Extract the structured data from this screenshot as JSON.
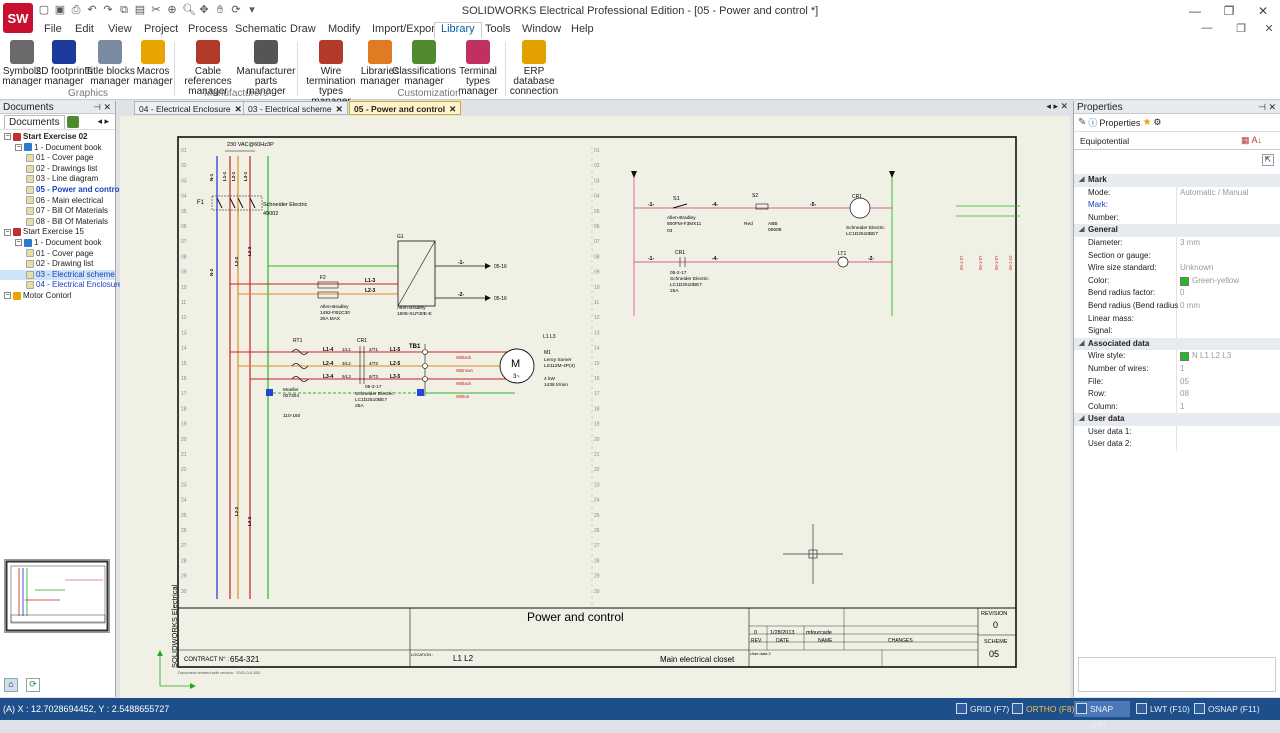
{
  "app": {
    "logo_text": "SW",
    "title": "SOLIDWORKS Electrical Professional Edition - [05 - Power and control *]",
    "minimize": "—",
    "restore": "❐",
    "close": "✕"
  },
  "menu": [
    "File",
    "Edit",
    "View",
    "Project",
    "Process",
    "Schematic",
    "Draw",
    "Modify",
    "Import/Export",
    "Library",
    "Tools",
    "Window",
    "Help"
  ],
  "menu_active": "Library",
  "ribbon": {
    "buttons": [
      {
        "l1": "Symbols",
        "l2": "manager",
        "icon": "symbols-icon",
        "color": "#6a6a6a"
      },
      {
        "l1": "2D footprints",
        "l2": "manager",
        "icon": "footprint-icon",
        "color": "#1c3b9a"
      },
      {
        "l1": "Title blocks",
        "l2": "manager",
        "icon": "title-block-icon",
        "color": "#7a8aa0"
      },
      {
        "l1": "Macros",
        "l2": "manager",
        "icon": "star-icon",
        "color": "#e8a500"
      },
      {
        "l1": "Cable references",
        "l2": "manager",
        "icon": "cable-icon",
        "color": "#b23a2a"
      },
      {
        "l1": "Manufacturer",
        "l2": "parts manager",
        "icon": "wrench-icon",
        "color": "#555"
      },
      {
        "l1": "Wire termination",
        "l2": "types manager",
        "icon": "termination-icon",
        "color": "#b23a2a"
      },
      {
        "l1": "Libraries",
        "l2": "manager",
        "icon": "library-icon",
        "color": "#e07b21"
      },
      {
        "l1": "Classifications",
        "l2": "manager",
        "icon": "classification-icon",
        "color": "#4f8a2c"
      },
      {
        "l1": "Terminal types",
        "l2": "manager",
        "icon": "terminal-icon",
        "color": "#c03060"
      },
      {
        "l1": "ERP database",
        "l2": "connection",
        "icon": "erp-icon",
        "color": "#e3a100"
      }
    ],
    "groups": [
      "Graphics",
      "Manufacturers",
      "Customization"
    ]
  },
  "documents_panel": {
    "title": "Documents",
    "tab": "Documents",
    "tree": [
      {
        "level": 0,
        "text": "Start Exercise 02",
        "bold": true,
        "icon": "project"
      },
      {
        "level": 1,
        "text": "1 - Document book",
        "icon": "book"
      },
      {
        "level": 2,
        "text": "01 - Cover page",
        "icon": "page"
      },
      {
        "level": 2,
        "text": "02 - Drawings list",
        "icon": "page"
      },
      {
        "level": 2,
        "text": "03 - Line diagram",
        "icon": "page"
      },
      {
        "level": 2,
        "text": "05 - Power and control",
        "icon": "page",
        "bold": true,
        "blue": true
      },
      {
        "level": 2,
        "text": "06 - Main electrical",
        "icon": "page"
      },
      {
        "level": 2,
        "text": "07 - Bill Of Materials",
        "icon": "page"
      },
      {
        "level": 2,
        "text": "08 - Bill Of Materials",
        "icon": "page"
      },
      {
        "level": 0,
        "text": "Start Exercise 15",
        "icon": "project"
      },
      {
        "level": 1,
        "text": "1 - Document book",
        "icon": "book"
      },
      {
        "level": 2,
        "text": "01 - Cover page",
        "icon": "page"
      },
      {
        "level": 2,
        "text": "02 - Drawing list",
        "icon": "page"
      },
      {
        "level": 2,
        "text": "03 - Electrical scheme",
        "icon": "page",
        "sel": true,
        "blue": true
      },
      {
        "level": 2,
        "text": "04 - Electrical Enclosure",
        "icon": "page",
        "blue": true
      },
      {
        "level": 0,
        "text": "Motor Contorl",
        "icon": "star"
      }
    ]
  },
  "doc_tabs": [
    {
      "label": "04 - Electrical Enclosure",
      "active": false
    },
    {
      "label": "03 - Electrical scheme",
      "active": false
    },
    {
      "label": "05 - Power and control",
      "active": true
    }
  ],
  "drawing": {
    "supply": "230 VAC@60Hz3P",
    "left_col": [
      "01",
      "02",
      "03",
      "04",
      "05",
      "06",
      "07",
      "08",
      "09",
      "10",
      "11",
      "12",
      "13",
      "14",
      "15",
      "16",
      "17",
      "18",
      "19",
      "20",
      "21",
      "22",
      "23",
      "24",
      "25",
      "26",
      "27",
      "28",
      "29",
      "30"
    ],
    "mid_col": [
      "01",
      "02",
      "03",
      "04",
      "05",
      "06",
      "07",
      "08",
      "09",
      "10",
      "11",
      "12",
      "13",
      "14",
      "15",
      "16",
      "17",
      "18",
      "19",
      "20",
      "21",
      "22",
      "23",
      "24",
      "25",
      "26",
      "27",
      "28",
      "29",
      "30"
    ],
    "F1_label": "F1",
    "F1_mfr": "Schneider Electric",
    "F1_ref": "49002",
    "F2_label": "F2",
    "F2_mfr": "Allen-Bradley",
    "F2_ref": "1492-FB2C30",
    "F2_rating": "30A MAX",
    "G1_label": "G1",
    "G1_mfr": "Allen-Bradley",
    "G1_ref": "1606-XLP30E-E",
    "RT1": "RT1",
    "CR1": "CR1",
    "TB1": "TB1",
    "M1": "M1",
    "M1_mfr": "Leroy Somer",
    "M1_ref": "LS112M-4P(4)",
    "M1_power": "4 kW",
    "M1_speed": "1438 tr/min",
    "motor_letter": "M",
    "motor_phase": "3~",
    "overload_mfr": "Moeller",
    "overload_ref": "007304",
    "overload_range": "110-160",
    "cr_mfr": "Schneider Electric",
    "cr_ref": "LC1D2510BE7",
    "cr_rating": "25A",
    "cr_addr": "05-2-17",
    "S1": "S1",
    "S1_mfr": "Allen-Bradley",
    "S1_ref": "800FM-F3MX11",
    "S1_num": "03",
    "S2": "S2",
    "S2_color": "Red",
    "S2_mfr": "ABB",
    "S2_ref": "00608",
    "LT1": "LT1",
    "CR1b": "CR1",
    "wire_labels": [
      "L1-3",
      "L2-3",
      "L1-4",
      "L2-4",
      "L3-4",
      "L1-5",
      "L2-5",
      "L3-5"
    ],
    "contact_labels": [
      "1/L1",
      "3/L2",
      "5/L3",
      "2/T1",
      "4/T2",
      "6/T3"
    ],
    "out1": "05-16",
    "out2": "05-16",
    "sheet_title": "Power and control",
    "contract_label": "CONTRACT N° :",
    "contract": "654-321",
    "location_label": "LOCATION :",
    "location": "L1 L2",
    "description": "Main electrical closet",
    "revision_label": "REVISION",
    "revision": "0",
    "scheme_label": "SCHEME",
    "scheme": "05",
    "rev_row": {
      "rev": "0",
      "date": "1/28/2013",
      "name": "mfourcade"
    },
    "rev_headers": [
      "REV.",
      "DATE",
      "NAME",
      "CHANGES"
    ],
    "user_data": "User data 2",
    "brand": "SOLIDWORKS Electrical",
    "version_note": "Document created with version : 2021-0-0-502"
  },
  "properties_panel": {
    "title": "Properties",
    "tab": "Properties",
    "sub_tab": "Equipotential",
    "rows": [
      {
        "type": "sec",
        "k": "Mark"
      },
      {
        "k": "Mode:",
        "v": "Automatic / Manual"
      },
      {
        "k": "Mark:",
        "v": "",
        "blue": true
      },
      {
        "k": "Number:",
        "v": ""
      },
      {
        "type": "sec",
        "k": "General"
      },
      {
        "k": "Diameter:",
        "v": "3 mm"
      },
      {
        "k": "Section or gauge:",
        "v": ""
      },
      {
        "k": "Wire size standard:",
        "v": "Unknown"
      },
      {
        "k": "Color:",
        "v": "Green-yellow"
      },
      {
        "k": "Bend radius factor:",
        "v": "0"
      },
      {
        "k": "Bend radius (Bend radius",
        "v": "0 mm"
      },
      {
        "k": "Linear mass:",
        "v": ""
      },
      {
        "k": "Signal:",
        "v": ""
      },
      {
        "type": "sec",
        "k": "Associated data"
      },
      {
        "k": "Wire style:",
        "v": "N L1 L2 L3"
      },
      {
        "k": "Number of wires:",
        "v": "1"
      },
      {
        "k": "File:",
        "v": "05"
      },
      {
        "k": "Row:",
        "v": "08"
      },
      {
        "k": "Column:",
        "v": "1"
      },
      {
        "type": "sec",
        "k": "User data"
      },
      {
        "k": "User data 1:",
        "v": ""
      },
      {
        "k": "User data 2:",
        "v": ""
      }
    ]
  },
  "status": {
    "coords": "(A) X : 12.7028694452, Y : 2.5488655727",
    "toggles": [
      "GRID (F7)",
      "ORTHO (F8)",
      "SNAP (F9)",
      "LWT (F10)",
      "OSNAP (F11)"
    ]
  },
  "colors": {
    "accent": "#1f4f8a",
    "active_tab": "#fff4c7",
    "wire_green": "#22bb22",
    "wire_red": "#cc2222",
    "wire_blue": "#2233cc",
    "wire_orange": "#e08a2a",
    "wire_pink": "#e05aa0"
  }
}
